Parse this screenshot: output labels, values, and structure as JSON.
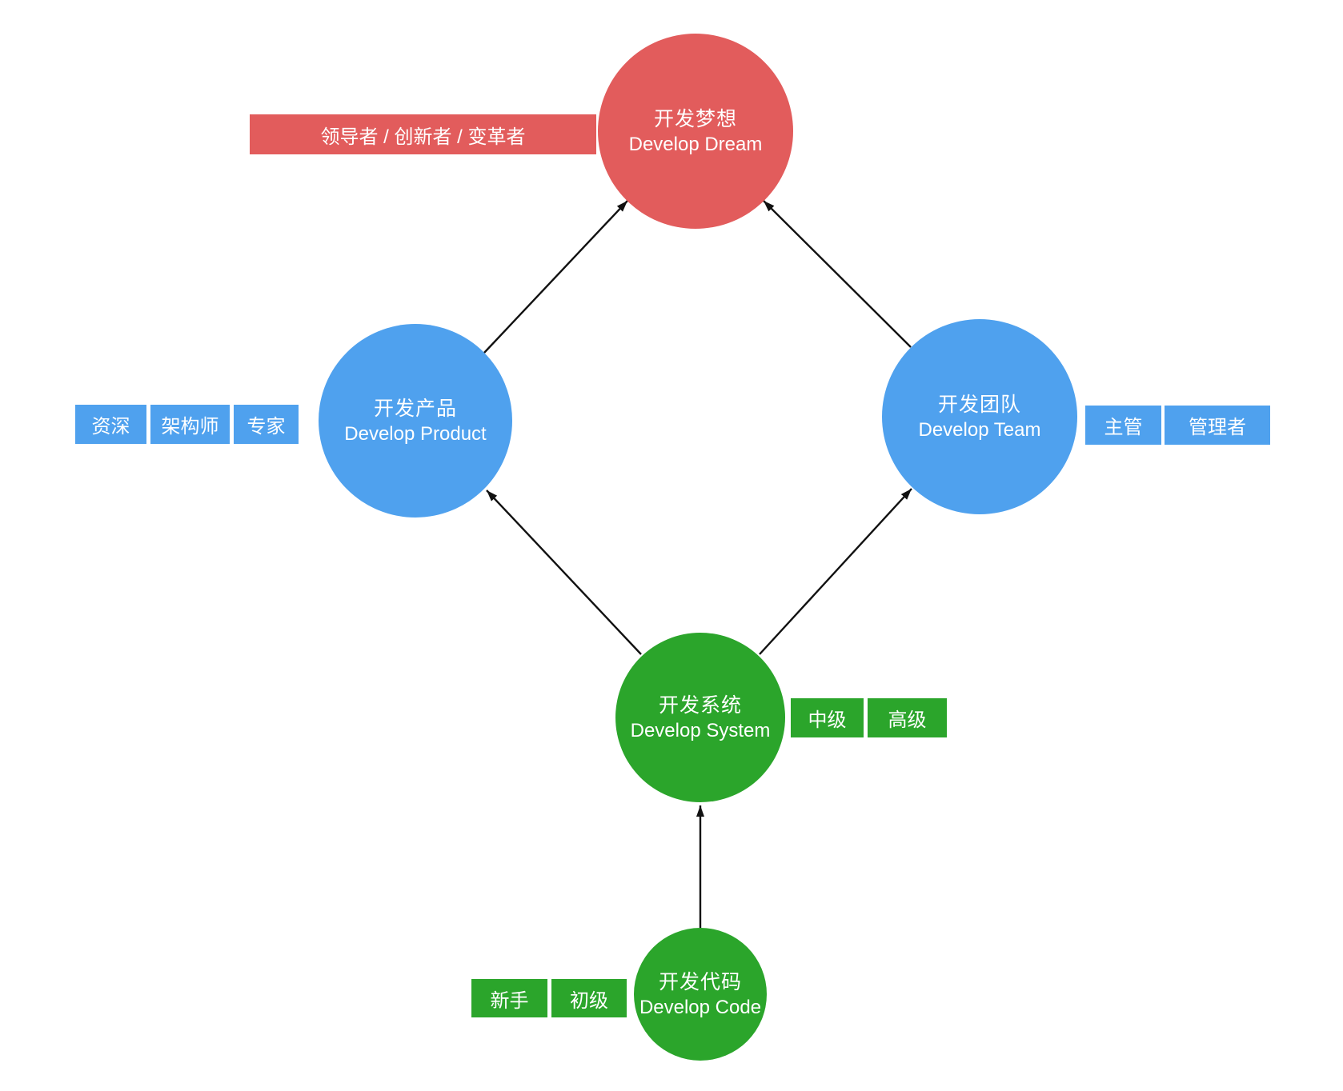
{
  "diagram": {
    "type": "growth-path-diagram",
    "colors": {
      "red": "#E25C5C",
      "blue": "#4FA1EE",
      "green": "#2BA52B",
      "arrow": "#111111",
      "node_text": "#FFFFFF",
      "background": "#FFFFFF"
    },
    "nodes": {
      "dream": {
        "zh": "开发梦想",
        "en": "Develop Dream",
        "color": "red"
      },
      "product": {
        "zh": "开发产品",
        "en": "Develop Product",
        "color": "blue"
      },
      "team": {
        "zh": "开发团队",
        "en": "Develop Team",
        "color": "blue"
      },
      "system": {
        "zh": "开发系统",
        "en": "Develop System",
        "color": "green"
      },
      "code": {
        "zh": "开发代码",
        "en": "Develop Code",
        "color": "green"
      }
    },
    "labels": {
      "dream": [
        "领导者 / 创新者 / 变革者"
      ],
      "product": [
        "资深",
        "架构师",
        "专家"
      ],
      "team": [
        "主管",
        "管理者"
      ],
      "system": [
        "中级",
        "高级"
      ],
      "code": [
        "新手",
        "初级"
      ]
    },
    "edges": [
      {
        "from": "product",
        "to": "dream"
      },
      {
        "from": "team",
        "to": "dream"
      },
      {
        "from": "system",
        "to": "product"
      },
      {
        "from": "system",
        "to": "team"
      },
      {
        "from": "code",
        "to": "system"
      }
    ]
  }
}
